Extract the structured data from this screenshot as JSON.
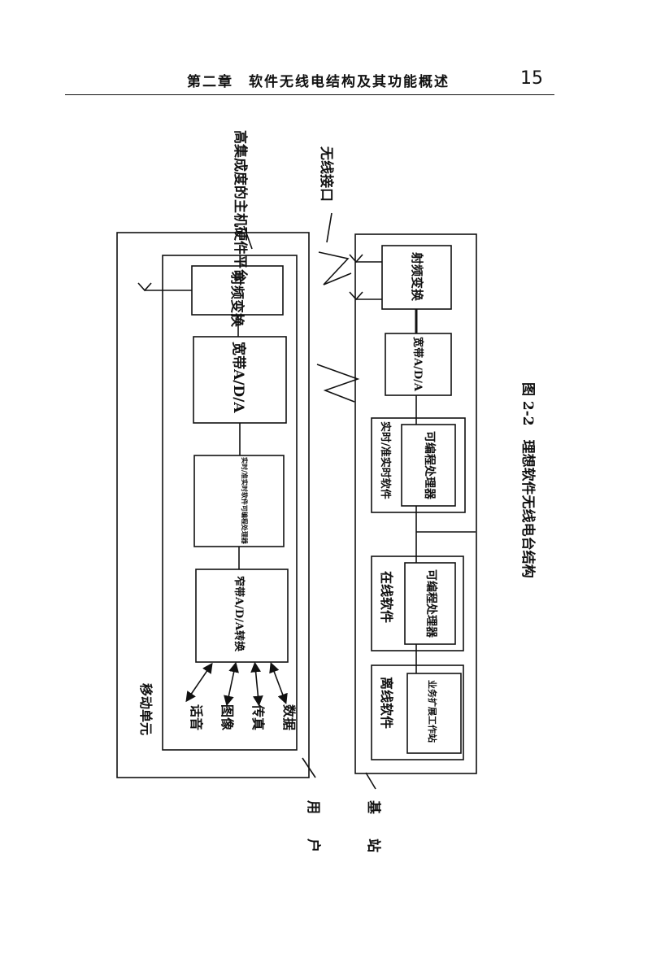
{
  "header": {
    "chapter_title": "第二章　软件无线电结构及其功能概述",
    "page_number": "15"
  },
  "figure": {
    "caption": "图 2-2　理想软件无线电台结构",
    "labels": {
      "high_integration_platform": "高集成度的主机硬件平台",
      "wireless_interface": "无线接口",
      "mobile_unit": "移动单元",
      "user": "用户",
      "base_station": "基站"
    },
    "mobile_blocks": {
      "rf": "射频变换",
      "wideband_ad": "宽带A/D/A",
      "realtime_processor": "实时/准实时软件可编程处理器",
      "narrowband_ad": "窄带A/D/A转换"
    },
    "signals": [
      "话音",
      "图像",
      "传真",
      "数据"
    ],
    "base_blocks": {
      "rf": "射频变换",
      "wideband_ad": "宽带A/D/A",
      "realtime_software": "实时/准实时软件",
      "realtime_processor": "可编程处理器",
      "online_software": "在线软件",
      "online_processor": "可编程处理器",
      "offline_software": "离线软件",
      "offline_workstation": "业务扩展工作站"
    }
  }
}
